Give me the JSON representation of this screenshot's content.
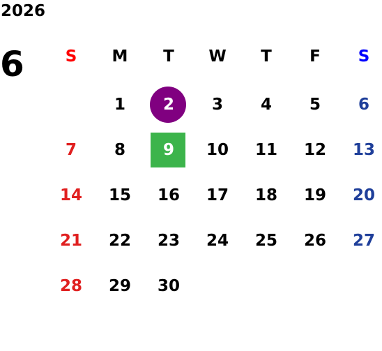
{
  "calendar": {
    "year": "2026",
    "month": "6",
    "weekdays": [
      "S",
      "M",
      "T",
      "W",
      "T",
      "F",
      "S"
    ],
    "weeks": [
      [
        "",
        "1",
        "2",
        "3",
        "4",
        "5",
        "6"
      ],
      [
        "7",
        "8",
        "9",
        "10",
        "11",
        "12",
        "13"
      ],
      [
        "14",
        "15",
        "16",
        "17",
        "18",
        "19",
        "20"
      ],
      [
        "21",
        "22",
        "23",
        "24",
        "25",
        "26",
        "27"
      ],
      [
        "28",
        "29",
        "30",
        "",
        "",
        "",
        ""
      ]
    ],
    "today": "2",
    "selected": "9"
  },
  "colors": {
    "sunday_header": "#ff0000",
    "saturday_header": "#0000ff",
    "sunday_date": "#e02020",
    "saturday_date": "#1f3f9a",
    "today_marker": "#800080",
    "selected_marker": "#3cb44b"
  }
}
